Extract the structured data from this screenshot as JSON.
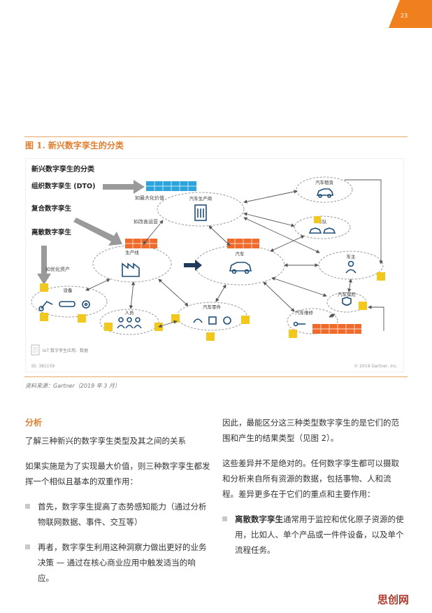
{
  "page_number": "23",
  "colors": {
    "accent": "#e07d2e",
    "blue_tile": "#2ba3dc",
    "orange_tile": "#ef6a2b",
    "yellow_tile": "#f2c81c"
  },
  "figure": {
    "title": "图 1. 新兴数字孪生的分类",
    "diagram_title": "新兴数字孪生的分类",
    "legend": {
      "dto": "组织数字孪生 (DTO)",
      "composite": "复合数字孪生",
      "discrete": "离散数字孪生"
    },
    "arrow_labels": {
      "max_value": "如最大化价值",
      "improve_ops": "如改善运营",
      "optimize_assets": "如优化资产"
    },
    "nodes": {
      "manufacturer": "汽车生产商",
      "production_line": "生产线",
      "car": "汽车",
      "car_rental": "汽车租赁",
      "fleet": "车队",
      "owner": "车主",
      "equipment": "设备",
      "people": "人员",
      "car_parts": "汽车零件",
      "car_insurance": "汽车保险",
      "car_repair": "汽车维修"
    },
    "footer_note": "IoT 数字孪生应用、数据",
    "footer_id": "ID: 381159",
    "copyright": "© 2019 Gartner, Inc."
  },
  "source": "资料来源：Gartner（2019 年 3 月）",
  "left_column": {
    "heading": "分析",
    "intro": "了解三种新兴的数字孪生类型及其之间的关系",
    "para": "如果实施是为了实现最大价值，则三种数字孪生都发挥一个相似且基本的双重作用：",
    "bullets": [
      "首先，数字孪生提高了态势感知能力（通过分析物联网数据、事件、交互等）",
      "再者，数字孪生利用这种洞察力做出更好的业务决策 — 通过在核心商业应用中触发适当的响应。"
    ]
  },
  "right_column": {
    "para1": "因此，最能区分这三种类型数字孪生的是它们的范围和产生的结果类型（见图 2）。",
    "para2": "这些差异并不是绝对的。任何数字孪生都可以摄取和分析来自所有资源的数据，包括事物、人和流程。差异更多在于它们的重点和主要作用：",
    "bullet_bold": "离散数字孪生",
    "bullet_rest": "通常用于监控和优化原子资源的使用，比如人、单个产品或一件件设备，以及单个流程任务。"
  },
  "watermark": "思创网"
}
